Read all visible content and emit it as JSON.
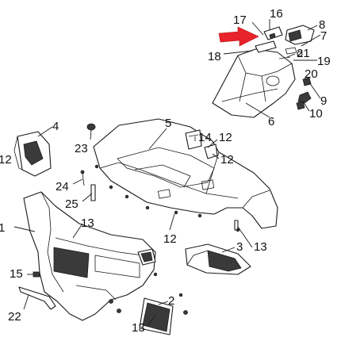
{
  "diagram": {
    "callouts": [
      "1",
      "2",
      "3",
      "4",
      "5",
      "6",
      "7",
      "8",
      "9",
      "10",
      "12",
      "12",
      "12",
      "12",
      "13",
      "13",
      "13",
      "14",
      "15",
      "16",
      "17",
      "18",
      "19",
      "20",
      "21",
      "22",
      "23",
      "24",
      "25"
    ],
    "arrow_color": "#e8232a",
    "line_color": "#1a1a1a"
  }
}
